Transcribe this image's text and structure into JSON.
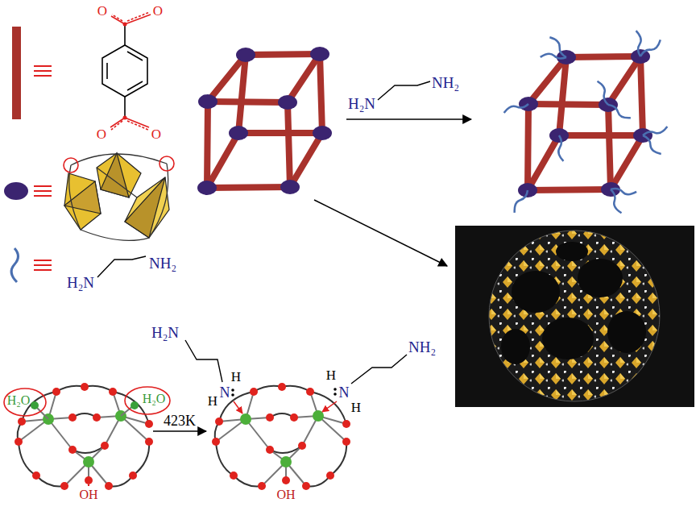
{
  "diagram": {
    "labels": [
      "O",
      "O",
      "H₂N",
      "NH₂",
      "O",
      "O",
      "H₂N",
      "NH₂",
      "H₂N",
      "NH₂",
      "H",
      "N",
      "H",
      "H",
      "N",
      "H",
      "H₂O",
      "H₂O",
      "423K",
      "OH",
      "OH"
    ]
  }
}
